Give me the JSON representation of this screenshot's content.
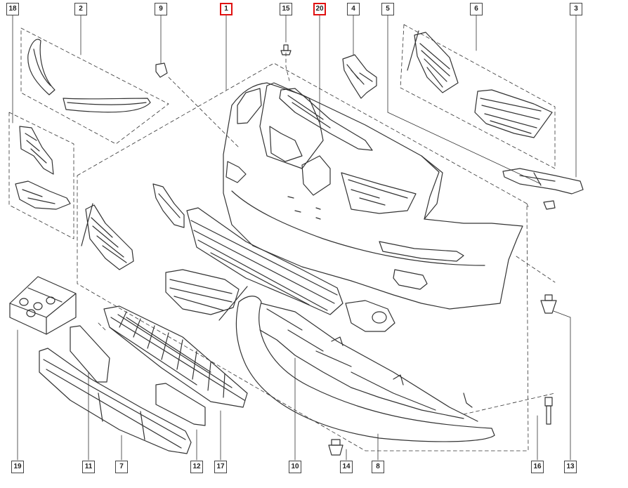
{
  "diagram": {
    "callouts_top": [
      {
        "id": "c18",
        "label": "18",
        "highlight": false
      },
      {
        "id": "c2",
        "label": "2",
        "highlight": false
      },
      {
        "id": "c9",
        "label": "9",
        "highlight": false
      },
      {
        "id": "c1",
        "label": "1",
        "highlight": true
      },
      {
        "id": "c15",
        "label": "15",
        "highlight": false
      },
      {
        "id": "c20",
        "label": "20",
        "highlight": true
      },
      {
        "id": "c4",
        "label": "4",
        "highlight": false
      },
      {
        "id": "c5",
        "label": "5",
        "highlight": false
      },
      {
        "id": "c6",
        "label": "6",
        "highlight": false
      },
      {
        "id": "c3",
        "label": "3",
        "highlight": false
      }
    ],
    "callouts_bottom": [
      {
        "id": "c19",
        "label": "19",
        "highlight": false
      },
      {
        "id": "c11",
        "label": "11",
        "highlight": false
      },
      {
        "id": "c7",
        "label": "7",
        "highlight": false
      },
      {
        "id": "c12",
        "label": "12",
        "highlight": false
      },
      {
        "id": "c17",
        "label": "17",
        "highlight": false
      },
      {
        "id": "c10",
        "label": "10",
        "highlight": false
      },
      {
        "id": "c14",
        "label": "14",
        "highlight": false
      },
      {
        "id": "c8",
        "label": "8",
        "highlight": false
      },
      {
        "id": "c16",
        "label": "16",
        "highlight": false
      },
      {
        "id": "c13",
        "label": "13",
        "highlight": false
      }
    ],
    "colors": {
      "line": "#333333",
      "part_fill": "#ffffff",
      "highlight": "#e01010"
    }
  }
}
